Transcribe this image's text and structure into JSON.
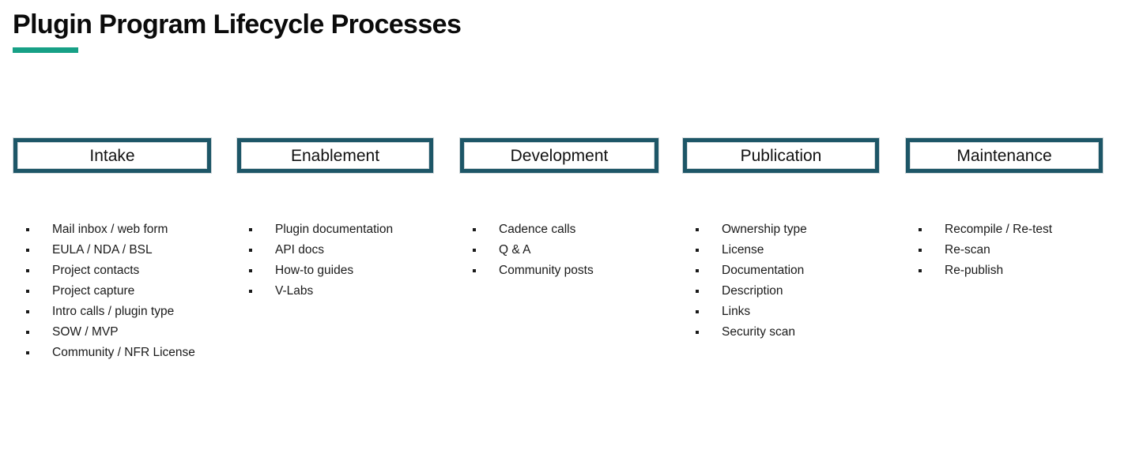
{
  "slide": {
    "title": "Plugin Program Lifecycle Processes",
    "accent_color": "#17a086",
    "box_border_color": "#1d5667",
    "text_color": "#1a1a1a",
    "background": "#ffffff"
  },
  "columns": [
    {
      "phase": "Intake",
      "items": [
        "Mail inbox / web form",
        "EULA / NDA / BSL",
        "Project contacts",
        "Project capture",
        "Intro calls / plugin type",
        "SOW / MVP",
        "Community / NFR License"
      ]
    },
    {
      "phase": "Enablement",
      "items": [
        "Plugin documentation",
        "API docs",
        "How-to guides",
        "V-Labs"
      ]
    },
    {
      "phase": "Development",
      "items": [
        "Cadence calls",
        "Q & A",
        "Community posts"
      ]
    },
    {
      "phase": "Publication",
      "items": [
        "Ownership type",
        "License",
        "Documentation",
        "Description",
        "Links",
        "Security scan"
      ]
    },
    {
      "phase": "Maintenance",
      "items": [
        "Recompile / Re-test",
        "Re-scan",
        "Re-publish"
      ]
    }
  ]
}
